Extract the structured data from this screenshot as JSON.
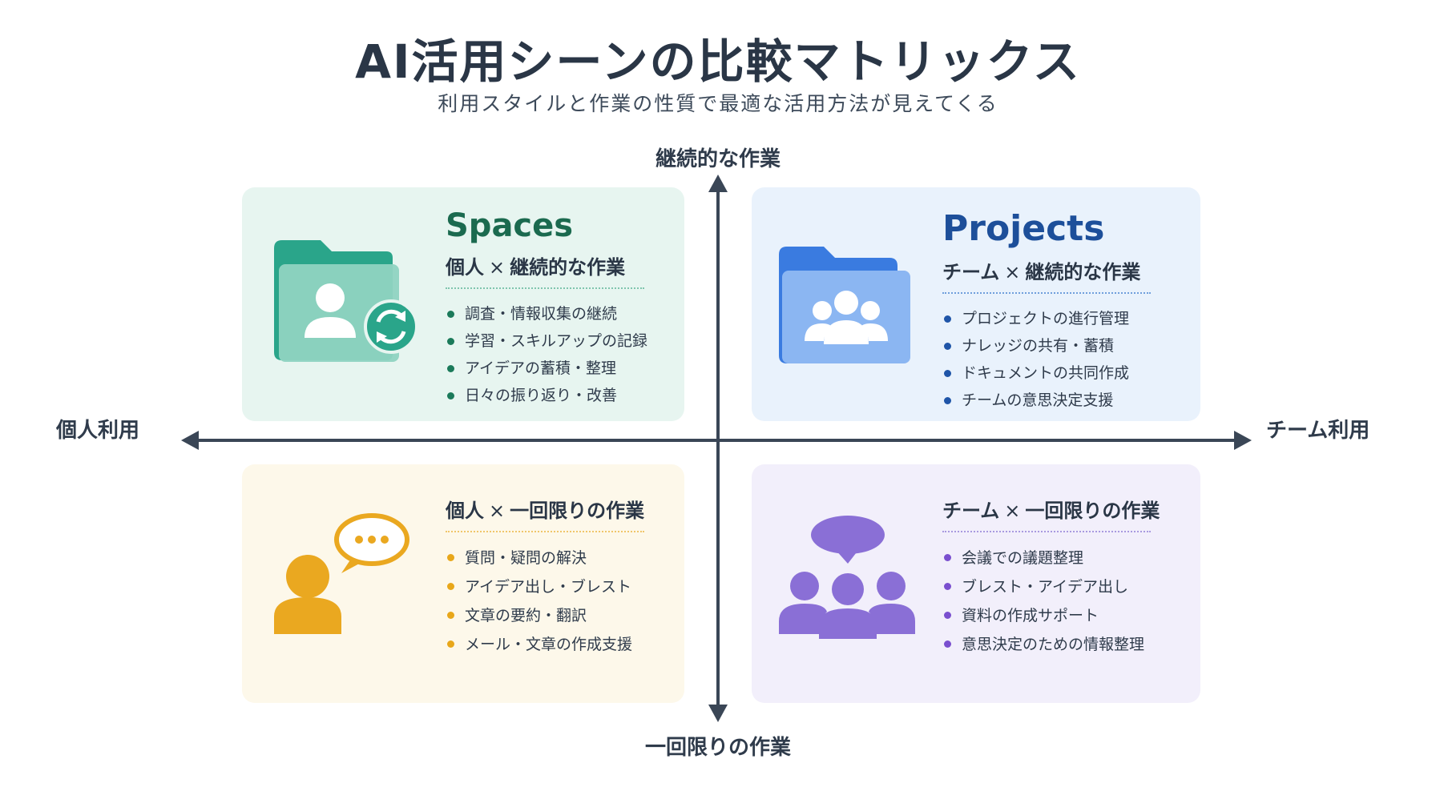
{
  "title": "AI活用シーンの比較マトリックス",
  "subtitle": "利用スタイルと作業の性質で最適な活用方法が見えてくる",
  "axes": {
    "top": "継続的な作業",
    "bottom": "一回限りの作業",
    "left": "個人利用",
    "right": "チーム利用"
  },
  "quadrants": {
    "top_left": {
      "name": "Spaces",
      "head_left": "個人",
      "head_x": "×",
      "head_right": "継続的な作業",
      "icon": "folder-person-sync-icon",
      "items": [
        "調査・情報収集の継続",
        "学習・スキルアップの記録",
        "アイデアの蓄積・整理",
        "日々の振り返り・改善"
      ],
      "accent": "#2aa58a"
    },
    "top_right": {
      "name": "Projects",
      "head_left": "チーム",
      "head_x": "×",
      "head_right": "継続的な作業",
      "icon": "folder-team-icon",
      "items": [
        "プロジェクトの進行管理",
        "ナレッジの共有・蓄積",
        "ドキュメントの共同作成",
        "チームの意思決定支援"
      ],
      "accent": "#3a7be0"
    },
    "bottom_left": {
      "head_left": "個人",
      "head_x": "×",
      "head_right": "一回限りの作業",
      "icon": "person-chat-icon",
      "items": [
        "質問・疑問の解決",
        "アイデア出し・ブレスト",
        "文章の要約・翻訳",
        "メール・文章の作成支援"
      ],
      "accent": "#eaa820"
    },
    "bottom_right": {
      "head_left": "チーム",
      "head_x": "×",
      "head_right": "一回限りの作業",
      "icon": "team-chat-icon",
      "items": [
        "会議での議題整理",
        "ブレスト・アイデア出し",
        "資料の作成サポート",
        "意思決定のための情報整理"
      ],
      "accent": "#8a6fd6"
    }
  }
}
